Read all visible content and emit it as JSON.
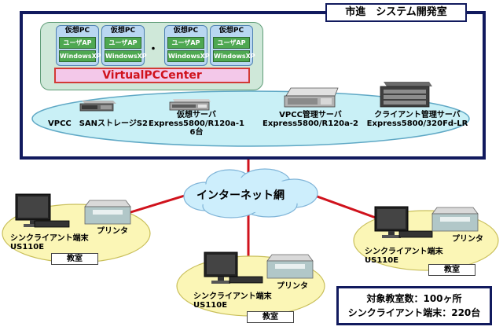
{
  "center": {
    "title": "市進　システム開発室",
    "vm_pc": [
      {
        "title": "仮想PC",
        "app": "ユーザAP",
        "os": "WindowsXP"
      },
      {
        "title": "仮想PC",
        "app": "ユーザAP",
        "os": "WindowsXP"
      },
      {
        "title": "仮想PC",
        "app": "ユーザAP",
        "os": "WindowsXP"
      },
      {
        "title": "仮想PC",
        "app": "ユーザAP",
        "os": "WindowsXP"
      }
    ],
    "ellipsis": "・・・",
    "vpcc_label": "VirtualPCCenter",
    "storage": "VPCC　SANストレージS2",
    "vserver": {
      "line1": "仮想サーバ",
      "line2": "Express5800/R120a-1",
      "line3": "6台"
    },
    "mgmt_server": {
      "line1": "VPCC管理サーバ",
      "line2": "Express5800/R120a-2"
    },
    "client_server": {
      "line1": "クライアント管理サーバ",
      "line2": "Express5800/320Fd-LR"
    }
  },
  "internet": "インターネット網",
  "classrooms": [
    {
      "printer": "プリンタ",
      "client_line1": "シンクライアント端末",
      "client_line2": "US110E",
      "room": "教室"
    },
    {
      "printer": "プリンタ",
      "client_line1": "シンクライアント端末",
      "client_line2": "US110E",
      "room": "教室"
    },
    {
      "printer": "プリンタ",
      "client_line1": "シンクライアント端末",
      "client_line2": "US110E",
      "room": "教室"
    }
  ],
  "summary": {
    "line1": "対象教室数：100ヶ所",
    "line2": "シンクライアント端末：220台"
  },
  "colors": {
    "border_navy": "#111a5e",
    "cloud": "#cdeefc",
    "ellipse": "#c9f0f6",
    "classroom": "#fbf6b6",
    "link": "#d0121c"
  }
}
